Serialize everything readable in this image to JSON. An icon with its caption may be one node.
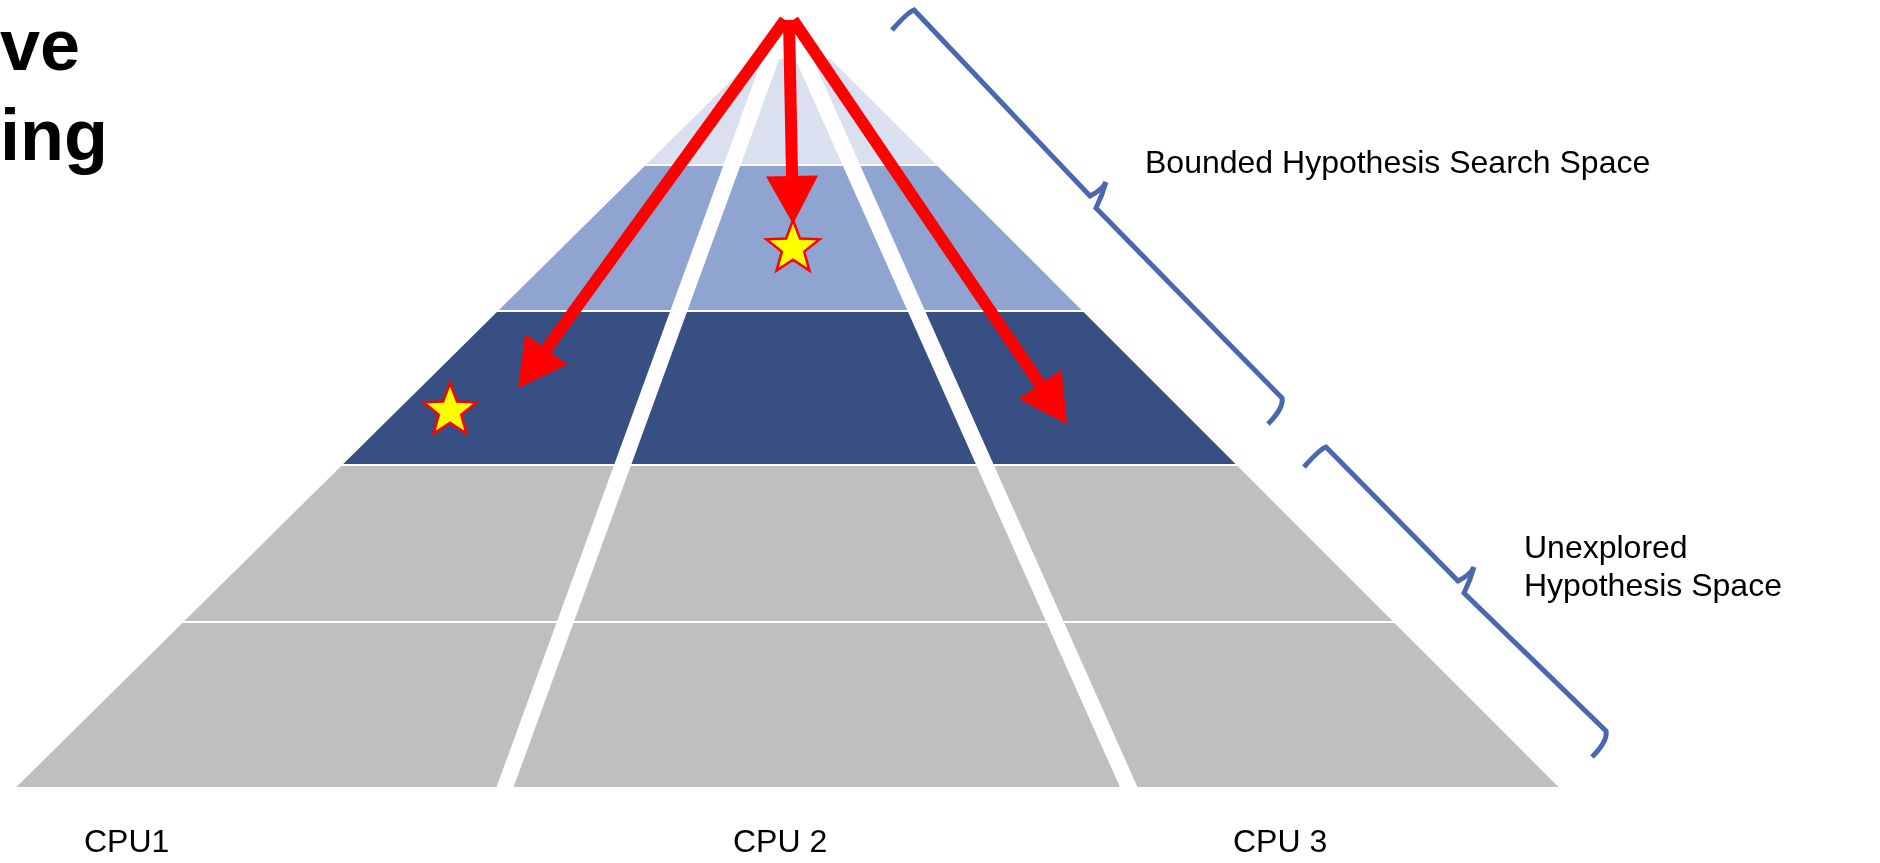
{
  "diagram": {
    "labels": [
      "ve",
      "ing",
      "Bounded Hypothesis Search Space",
      "Unexplored Hypothesis Space",
      "CPU1",
      "CPU 2",
      "CPU 3"
    ]
  }
}
